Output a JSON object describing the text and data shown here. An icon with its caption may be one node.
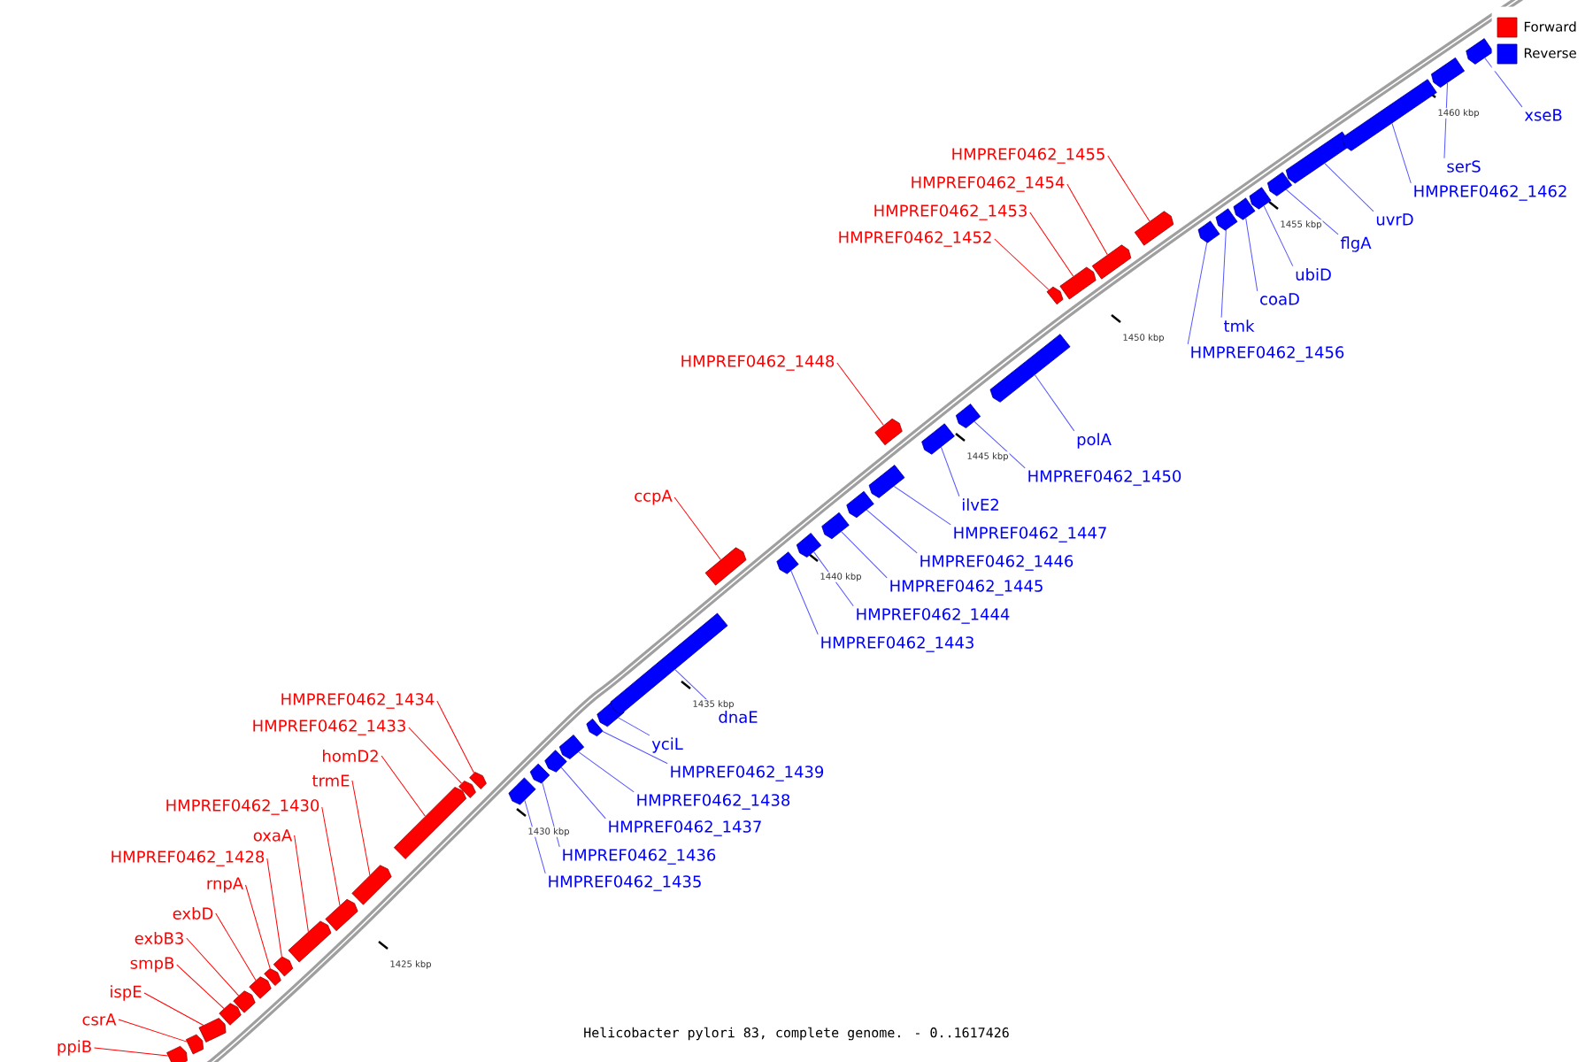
{
  "diagram": {
    "caption": "Helicobacter pylori 83, complete genome. - 0..1617426",
    "nodes": [
      {
        "text": [
          "ppiB"
        ]
      },
      {
        "text": [],
        "shape": "bar"
      },
      {
        "text": [
          "csrA"
        ]
      },
      {
        "text": [],
        "shape": "bar"
      },
      {
        "text": [
          "ispE"
        ]
      },
      {
        "text": [],
        "shape": "bar"
      },
      {
        "text": [
          "smpB"
        ]
      },
      {
        "text": [],
        "shape": "bar"
      },
      {
        "text": [
          "exbB3"
        ]
      },
      {
        "text": [],
        "shape": "bar"
      },
      {
        "text": [
          "exbD"
        ]
      },
      {
        "text": [],
        "shape": "bar"
      },
      {
        "text": [
          "rnpA"
        ]
      },
      {
        "text": [],
        "shape": "bar"
      },
      {
        "text": [
          "HMPREF0462_1428"
        ]
      },
      {
        "text": [],
        "shape": "bar"
      },
      {
        "text": [
          "oxaA"
        ]
      },
      {
        "text": [],
        "shape": "bar"
      },
      {
        "text": [
          "HMPREF0462_1430"
        ]
      },
      {
        "text": [],
        "shape": "bar"
      },
      {
        "text": [
          "trmE"
        ]
      },
      {
        "text": [],
        "shape": "bar"
      },
      {
        "text": [
          "homD2"
        ]
      },
      {
        "text": [],
        "shape": "bar"
      },
      {
        "text": [
          "HMPREF0462_1433"
        ]
      },
      {
        "text": [],
        "shape": "bar"
      },
      {
        "text": [
          "HMPREF0462_1434"
        ]
      },
      {
        "text": [],
        "shape": "bar"
      },
      {
        "text": [
          "HMPREF0462_1435"
        ]
      },
      {
        "text": [],
        "shape": "bar"
      },
      {
        "text": [
          "HMPREF0462_1436"
        ]
      },
      {
        "text": [],
        "shape": "bar"
      },
      {
        "text": [
          "HMPREF0462_1437"
        ]
      },
      {
        "text": [],
        "shape": "bar"
      },
      {
        "text": [
          "HMPREF0462_1438"
        ]
      },
      {
        "text": [],
        "shape": "bar"
      },
      {
        "text": [
          "HMPREF0462_1439"
        ]
      },
      {
        "text": [],
        "shape": "bar"
      },
      {
        "text": [
          "yciL"
        ]
      },
      {
        "text": [],
        "shape": "bar"
      },
      {
        "text": [
          "dnaE"
        ]
      },
      {
        "text": [],
        "shape": "bar"
      },
      {
        "text": [
          "ccpA"
        ]
      },
      {
        "text": [],
        "shape": "bar"
      },
      {
        "text": [
          "HMPREF0462_1443"
        ]
      },
      {
        "text": [],
        "shape": "bar"
      },
      {
        "text": [
          "HMPREF0462_1444"
        ]
      },
      {
        "text": [],
        "shape": "bar"
      },
      {
        "text": [
          "HMPREF0462_1445"
        ]
      },
      {
        "text": [],
        "shape": "bar"
      },
      {
        "text": [
          "HMPREF0462_1446"
        ]
      },
      {
        "text": [],
        "shape": "bar"
      },
      {
        "text": [
          "HMPREF0462_1447"
        ]
      },
      {
        "text": [],
        "shape": "bar"
      },
      {
        "text": [
          "HMPREF0462_1448"
        ]
      },
      {
        "text": [],
        "shape": "bar"
      },
      {
        "text": [
          "ilvE2"
        ]
      },
      {
        "text": [],
        "shape": "bar"
      },
      {
        "text": [
          "HMPREF0462_1450"
        ]
      },
      {
        "text": [],
        "shape": "bar"
      },
      {
        "text": [
          "polA"
        ]
      },
      {
        "text": [],
        "shape": "bar"
      },
      {
        "text": [
          "HMPREF0462_1452"
        ]
      },
      {
        "text": [],
        "shape": "bar"
      },
      {
        "text": [
          "HMPREF0462_1453"
        ]
      },
      {
        "text": [],
        "shape": "bar"
      },
      {
        "text": [
          "HMPREF0462_1454"
        ]
      },
      {
        "text": [],
        "shape": "bar"
      },
      {
        "text": [
          "HMPREF0462_1455"
        ]
      },
      {
        "text": [],
        "shape": "bar"
      },
      {
        "text": [
          "HMPREF0462_1456"
        ]
      },
      {
        "text": [],
        "shape": "bar"
      },
      {
        "text": [
          "tmk"
        ]
      },
      {
        "text": [],
        "shape": "bar"
      },
      {
        "text": [
          "coaD"
        ]
      },
      {
        "text": [],
        "shape": "bar"
      },
      {
        "text": [
          "ubiD"
        ]
      },
      {
        "text": [],
        "shape": "bar"
      },
      {
        "text": [
          "flgA"
        ]
      },
      {
        "text": [],
        "shape": "bar"
      },
      {
        "text": [
          "uvrD"
        ]
      },
      {
        "text": [],
        "shape": "bar"
      },
      {
        "text": [
          "HMPREF0462_1462"
        ]
      },
      {
        "text": [],
        "shape": "bar"
      },
      {
        "text": [
          "serS"
        ]
      },
      {
        "text": [],
        "shape": "bar"
      },
      {
        "text": [
          "xseB"
        ]
      },
      {
        "text": [],
        "shape": "bar"
      }
    ],
    "edges": [
      {
        "from": 0,
        "to": 1,
        "arrow": "none",
        "color": "#ff0000"
      },
      {
        "from": 2,
        "to": 3,
        "arrow": "none",
        "color": "#ff0000"
      },
      {
        "from": 4,
        "to": 5,
        "arrow": "none",
        "color": "#ff0000"
      },
      {
        "from": 6,
        "to": 7,
        "arrow": "none",
        "color": "#ff0000"
      },
      {
        "from": 8,
        "to": 9,
        "arrow": "none",
        "color": "#ff0000"
      },
      {
        "from": 10,
        "to": 11,
        "arrow": "none",
        "color": "#ff0000"
      },
      {
        "from": 12,
        "to": 13,
        "arrow": "none",
        "color": "#ff0000"
      },
      {
        "from": 14,
        "to": 15,
        "arrow": "none",
        "color": "#ff0000"
      },
      {
        "from": 16,
        "to": 17,
        "arrow": "none",
        "color": "#ff0000"
      },
      {
        "from": 18,
        "to": 19,
        "arrow": "none",
        "color": "#ff0000"
      },
      {
        "from": 20,
        "to": 21,
        "arrow": "none",
        "color": "#ff0000"
      },
      {
        "from": 22,
        "to": 23,
        "arrow": "none",
        "color": "#ff0000"
      },
      {
        "from": 24,
        "to": 25,
        "arrow": "none",
        "color": "#ff0000"
      },
      {
        "from": 26,
        "to": 27,
        "arrow": "none",
        "color": "#ff0000"
      },
      {
        "from": 28,
        "to": 29,
        "arrow": "none"
      },
      {
        "from": 30,
        "to": 31,
        "arrow": "none"
      },
      {
        "from": 32,
        "to": 33,
        "arrow": "none"
      },
      {
        "from": 34,
        "to": 35,
        "arrow": "none"
      },
      {
        "from": 36,
        "to": 37,
        "arrow": "none"
      },
      {
        "from": 38,
        "to": 39,
        "arrow": "none"
      },
      {
        "from": 40,
        "to": 41,
        "arrow": "none"
      },
      {
        "from": 42,
        "to": 43,
        "arrow": "none",
        "color": "#ff0000"
      },
      {
        "from": 44,
        "to": 45,
        "arrow": "none"
      },
      {
        "from": 46,
        "to": 47,
        "arrow": "none"
      },
      {
        "from": 48,
        "to": 49,
        "arrow": "none"
      },
      {
        "from": 50,
        "to": 51,
        "arrow": "none"
      },
      {
        "from": 52,
        "to": 53,
        "arrow": "none"
      },
      {
        "from": 54,
        "to": 55,
        "arrow": "none",
        "color": "#ff0000"
      },
      {
        "from": 56,
        "to": 57,
        "arrow": "none"
      },
      {
        "from": 58,
        "to": 59,
        "arrow": "none"
      },
      {
        "from": 60,
        "to": 61,
        "arrow": "none"
      },
      {
        "from": 62,
        "to": 63,
        "arrow": "none",
        "color": "#ff0000"
      },
      {
        "from": 64,
        "to": 65,
        "arrow": "none",
        "color": "#ff0000"
      },
      {
        "from": 66,
        "to": 67,
        "arrow": "none",
        "color": "#ff0000"
      },
      {
        "from": 68,
        "to": 69,
        "arrow": "none",
        "color": "#ff0000"
      },
      {
        "from": 70,
        "to": 71,
        "arrow": "none"
      },
      {
        "from": 72,
        "to": 73,
        "arrow": "none"
      },
      {
        "from": 74,
        "to": 75,
        "arrow": "none"
      },
      {
        "from": 76,
        "to": 77,
        "arrow": "none"
      },
      {
        "from": 78,
        "to": 79,
        "arrow": "none"
      },
      {
        "from": 80,
        "to": 81,
        "arrow": "none"
      },
      {
        "from": 82,
        "to": 83,
        "arrow": "none"
      },
      {
        "from": 84,
        "to": 85,
        "arrow": "none"
      },
      {
        "from": 86,
        "to": 87,
        "arrow": "none"
      }
    ],
    "labels": [
      "1425 kbp",
      "1430 kbp",
      "1435 kbp",
      "1440 kbp",
      "1445 kbp",
      "1450 kbp",
      "1455 kbp",
      "1460 kbp"
    ],
    "legend": [
      {
        "text": "Forward",
        "color": "#ff0000"
      },
      {
        "text": "Reverse",
        "color": "#0000ff"
      }
    ]
  }
}
